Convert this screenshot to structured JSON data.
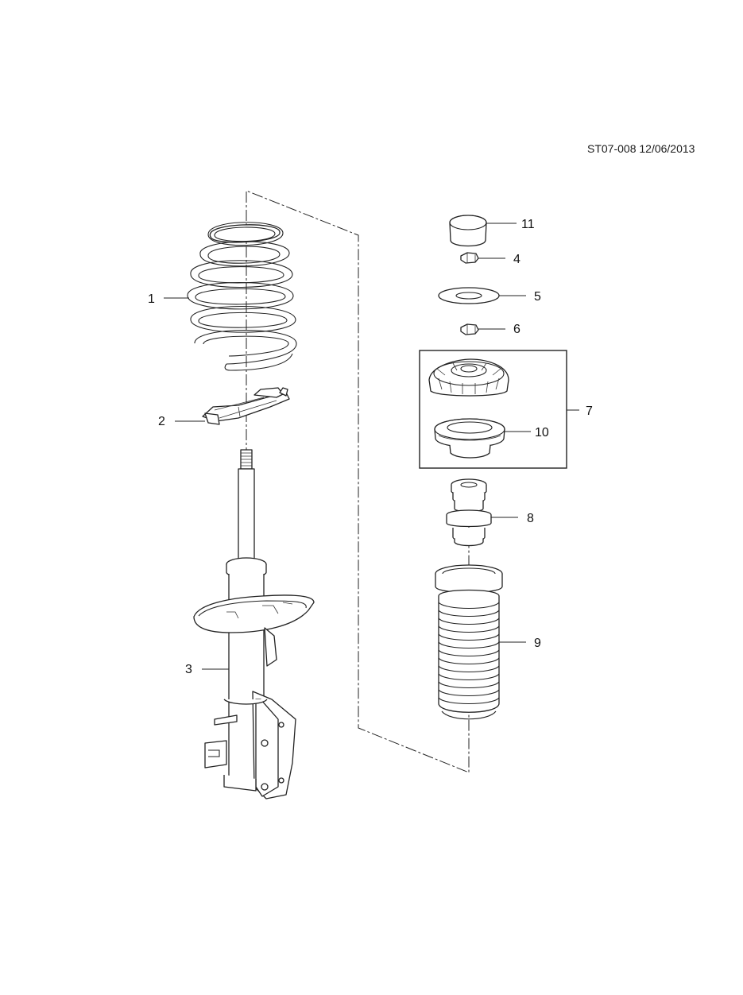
{
  "diagram": {
    "drawing_id": "ST07-008 12/06/2013",
    "callouts": [
      {
        "part": "coil-spring",
        "label": "1"
      },
      {
        "part": "spring-insulator",
        "label": "2"
      },
      {
        "part": "strut-assembly",
        "label": "3"
      },
      {
        "part": "upper-nut",
        "label": "4"
      },
      {
        "part": "washer",
        "label": "5"
      },
      {
        "part": "lower-nut",
        "label": "6"
      },
      {
        "part": "strut-mount-group",
        "label": "7"
      },
      {
        "part": "bump-stop",
        "label": "8"
      },
      {
        "part": "dust-boot",
        "label": "9"
      },
      {
        "part": "bearing",
        "label": "10"
      },
      {
        "part": "cap",
        "label": "11"
      }
    ]
  }
}
